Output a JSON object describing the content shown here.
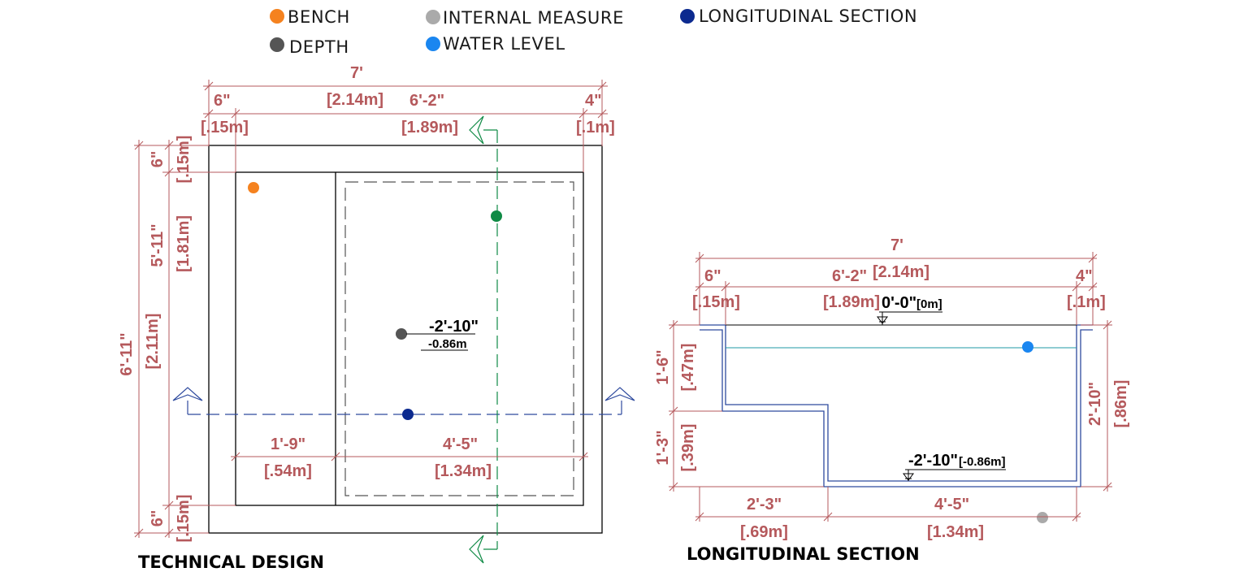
{
  "legend": {
    "bench": "BENCH",
    "depth": "DEPTH",
    "internal_measure": "INTERNAL MEASURE",
    "water_level": "WATER LEVEL",
    "longitudinal_section": "LONGITUDINAL SECTION"
  },
  "colors": {
    "bench": "#f5821f",
    "depth": "#555555",
    "internal_measure": "#aaaaaa",
    "water_level": "#1a86f0",
    "longitudinal_section": "#0c2a8f",
    "cross_section": "#0f8a45",
    "dimension": "#b5595c",
    "section_line": "#2e4a9e"
  },
  "plan": {
    "title": "TECHNICAL DESIGN",
    "total_width": "7'",
    "total_width_m": "[2.14m]",
    "left_wall": "6\"",
    "left_wall_m": "[.15m]",
    "inner_width": "6'-2\"",
    "inner_width_m": "[1.89m]",
    "right_wall": "4\"",
    "right_wall_m": "[.1m]",
    "total_height": "6'-11\"",
    "total_height_m": "[2.11m]",
    "top_wall": "6\"",
    "top_wall_m": "[.15m]",
    "inner_height": "5'-11\"",
    "inner_height_m": "[1.81m]",
    "bottom_wall": "6\"",
    "bottom_wall_m": "[.15m]",
    "bench_width": "1'-9\"",
    "bench_width_m": "[.54m]",
    "deep_width": "4'-5\"",
    "deep_width_m": "[1.34m]",
    "depth_level": "-2'-10\"",
    "depth_level_m": "-0.86m"
  },
  "section": {
    "title": "LONGITUDINAL SECTION",
    "total_width": "7'",
    "total_width_m": "[2.14m]",
    "left_wall": "6\"",
    "left_wall_m": "[.15m]",
    "inner_width": "6'-2\"",
    "inner_width_m": "[1.89m]",
    "right_wall": "4\"",
    "right_wall_m": "[.1m]",
    "top_level": "0'-0\"",
    "top_level_m": "[0m]",
    "bench_depth": "1'-6\"",
    "bench_depth_m": "[.47m]",
    "step_depth": "1'-3\"",
    "step_depth_m": "[.39m]",
    "total_depth": "2'-10\"",
    "total_depth_m": "[.86m]",
    "bottom_level": "-2'-10\"",
    "bottom_level_m": "[-0.86m]",
    "bench_length": "2'-3\"",
    "bench_length_m": "[.69m]",
    "deep_length": "4'-5\"",
    "deep_length_m": "[1.34m]"
  }
}
